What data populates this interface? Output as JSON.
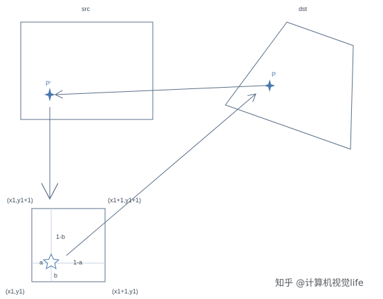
{
  "labels": {
    "src": "src",
    "dst": "dst",
    "p_prime": "P'",
    "p": "P",
    "corner_top_left": "(x1,y1+1)",
    "corner_top_right": "(x1+1,y1+1)",
    "corner_bottom_left": "(x1,y1)",
    "corner_bottom_right": "(x1+1,y1)",
    "one_minus_b": "1-b",
    "one_minus_a": "1-a",
    "a": "a",
    "b": "b"
  },
  "watermark": "知乎 @计算机视觉life",
  "colors": {
    "stroke": "#5b6f88",
    "grid_line": "#c8d3e0",
    "point": "#4a78b0",
    "text": "#3f4d5c"
  }
}
